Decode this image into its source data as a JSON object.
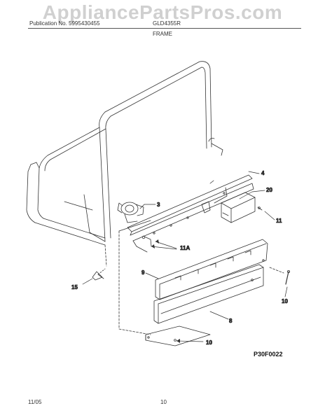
{
  "watermark": "AppliancePartsPros.com",
  "header": {
    "publication": "Publication No. 5995430455",
    "model": "GLD4355R",
    "section_title": "FRAME"
  },
  "callouts": {
    "c4": "4",
    "c3": "3",
    "c20": "20",
    "c11": "11",
    "c11A": "11A",
    "c9": "9",
    "c15": "15",
    "c10_right": "10",
    "c8": "8",
    "c10_bottom": "10"
  },
  "diagram_code": "P30F0022",
  "footer": {
    "date": "11/05",
    "page": "10"
  },
  "colors": {
    "line": "#333333",
    "shade": "#555555"
  }
}
